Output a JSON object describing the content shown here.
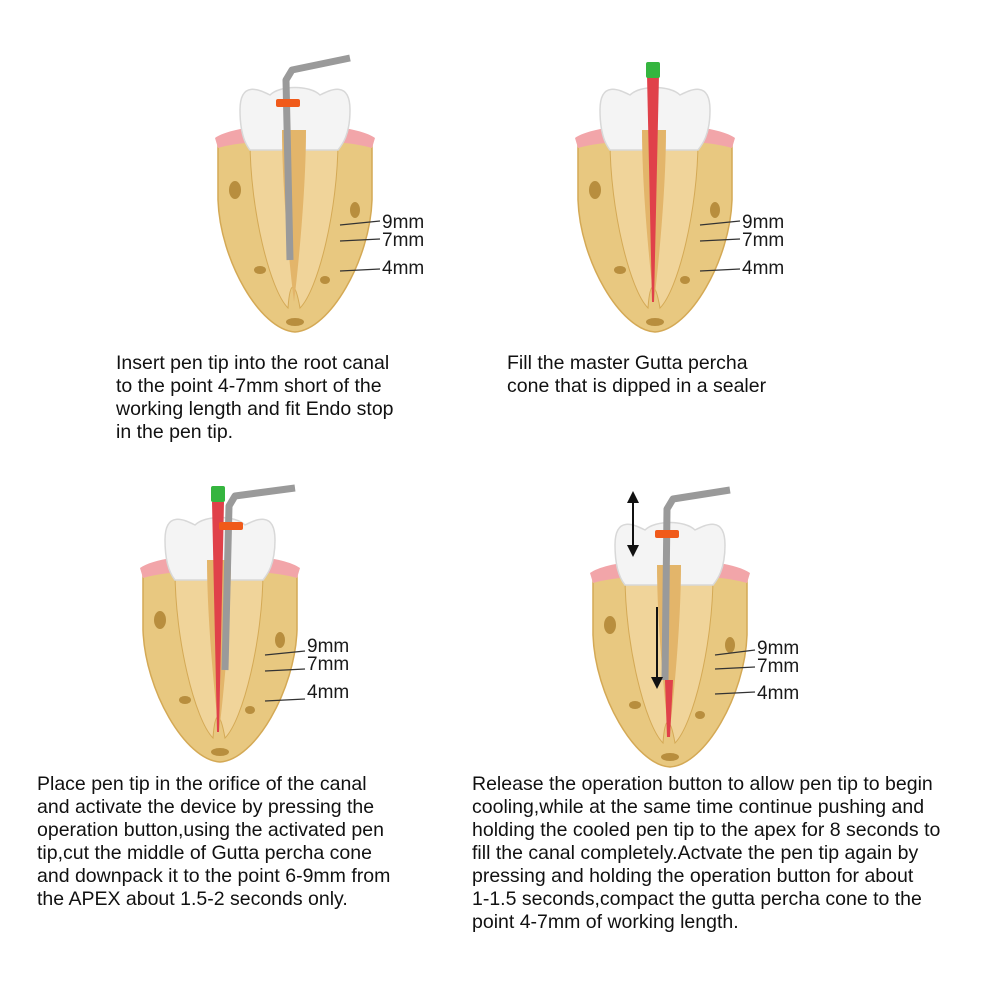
{
  "colors": {
    "bone": "#e8c880",
    "bone_dark": "#d4a955",
    "bone_hole": "#b88e3e",
    "gum": "#f2a5a9",
    "crown": "#f4f4f4",
    "root": "#f0d49a",
    "canal": "#e3b56a",
    "instrument": "#9a9a9a",
    "gutta_percha": "#e0414a",
    "cone_tip": "#35b53f",
    "endo_stop": "#f05a1a"
  },
  "steps": [
    {
      "measurements": [
        "9mm",
        "7mm",
        "4mm"
      ],
      "caption_lines": [
        "Insert pen tip into the root canal",
        "to the point 4-7mm short of the",
        "working length and fit Endo stop",
        "in the pen tip."
      ],
      "icons": [
        "pen-tip-icon",
        "endo-stop-icon"
      ]
    },
    {
      "measurements": [
        "9mm",
        "7mm",
        "4mm"
      ],
      "caption_lines": [
        "Fill the master Gutta percha",
        "cone that is dipped in a sealer"
      ],
      "icons": [
        "gutta-percha-cone-icon"
      ]
    },
    {
      "measurements": [
        "9mm",
        "7mm",
        "4mm"
      ],
      "caption_lines": [
        "Place pen tip in the orifice of the canal",
        "and activate the device by pressing the",
        "operation button,using the activated pen",
        "tip,cut the middle of Gutta percha cone",
        "and downpack it to the point 6-9mm from",
        "the APEX about 1.5-2 seconds only."
      ],
      "icons": [
        "gutta-percha-cone-icon",
        "pen-tip-icon",
        "endo-stop-icon"
      ]
    },
    {
      "measurements": [
        "9mm",
        "7mm",
        "4mm"
      ],
      "caption_lines": [
        "Release the operation button to allow pen tip to begin",
        "cooling,while at the same time continue pushing and",
        "holding the cooled pen tip to the apex for 8 seconds to",
        "fill the canal completely.Actvate the pen tip again by",
        "pressing and holding the operation button for about",
        "1-1.5 seconds,compact the gutta percha cone to the",
        "point 4-7mm of working length."
      ],
      "icons": [
        "double-arrow-icon",
        "down-arrow-icon",
        "pen-tip-icon",
        "endo-stop-icon"
      ]
    }
  ]
}
